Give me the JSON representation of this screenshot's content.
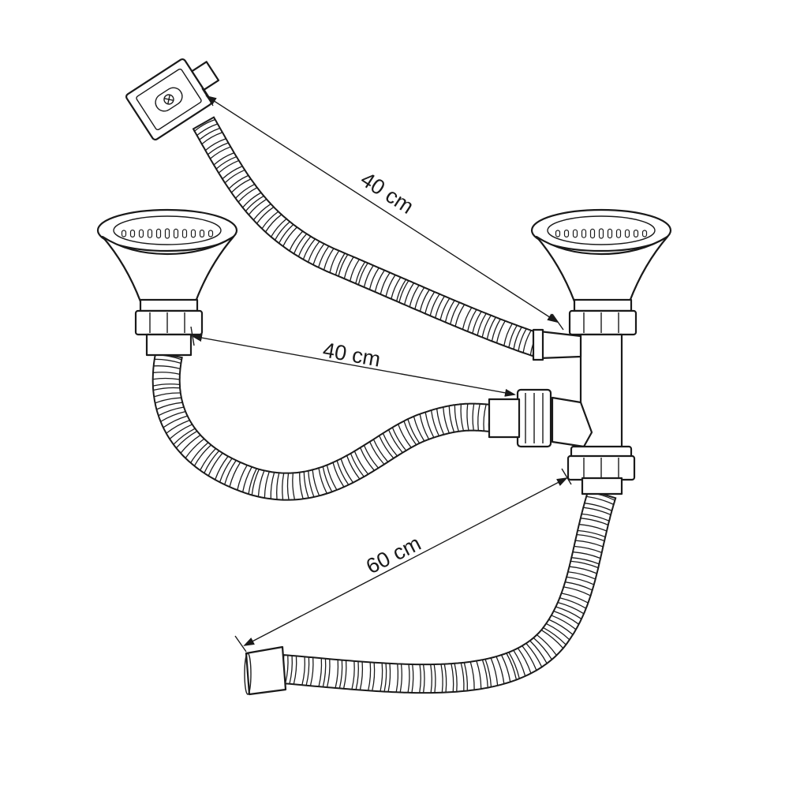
{
  "dimensions": {
    "overflow_hose_length": "40 cm",
    "connecting_hose_length": "40 cm",
    "outlet_hose_length": "60 cm"
  },
  "colors": {
    "line": "#1a1a1a",
    "background": "#ffffff"
  },
  "icons": {
    "overflow_outlet": "square-overflow-plate-icon",
    "left_strainer": "strainer-basket-icon",
    "right_strainer": "strainer-basket-icon"
  }
}
